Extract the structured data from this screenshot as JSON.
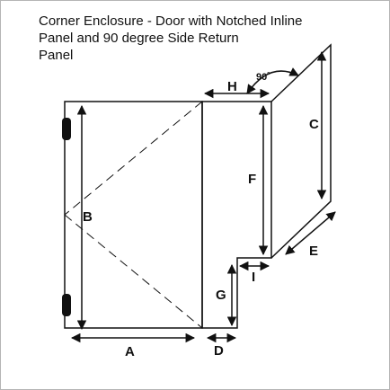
{
  "title": {
    "line1": "Corner Enclosure - Door with Notched Inline",
    "line2": "Panel and 90 degree Side Return",
    "line3": "Panel"
  },
  "labels": {
    "A": "A",
    "B": "B",
    "C": "C",
    "D": "D",
    "E": "E",
    "F": "F",
    "G": "G",
    "H": "H",
    "I": "I",
    "angle": "90˚"
  },
  "colors": {
    "line": "#111111",
    "hinge": "#111111",
    "frame": "#b5b5b5"
  }
}
